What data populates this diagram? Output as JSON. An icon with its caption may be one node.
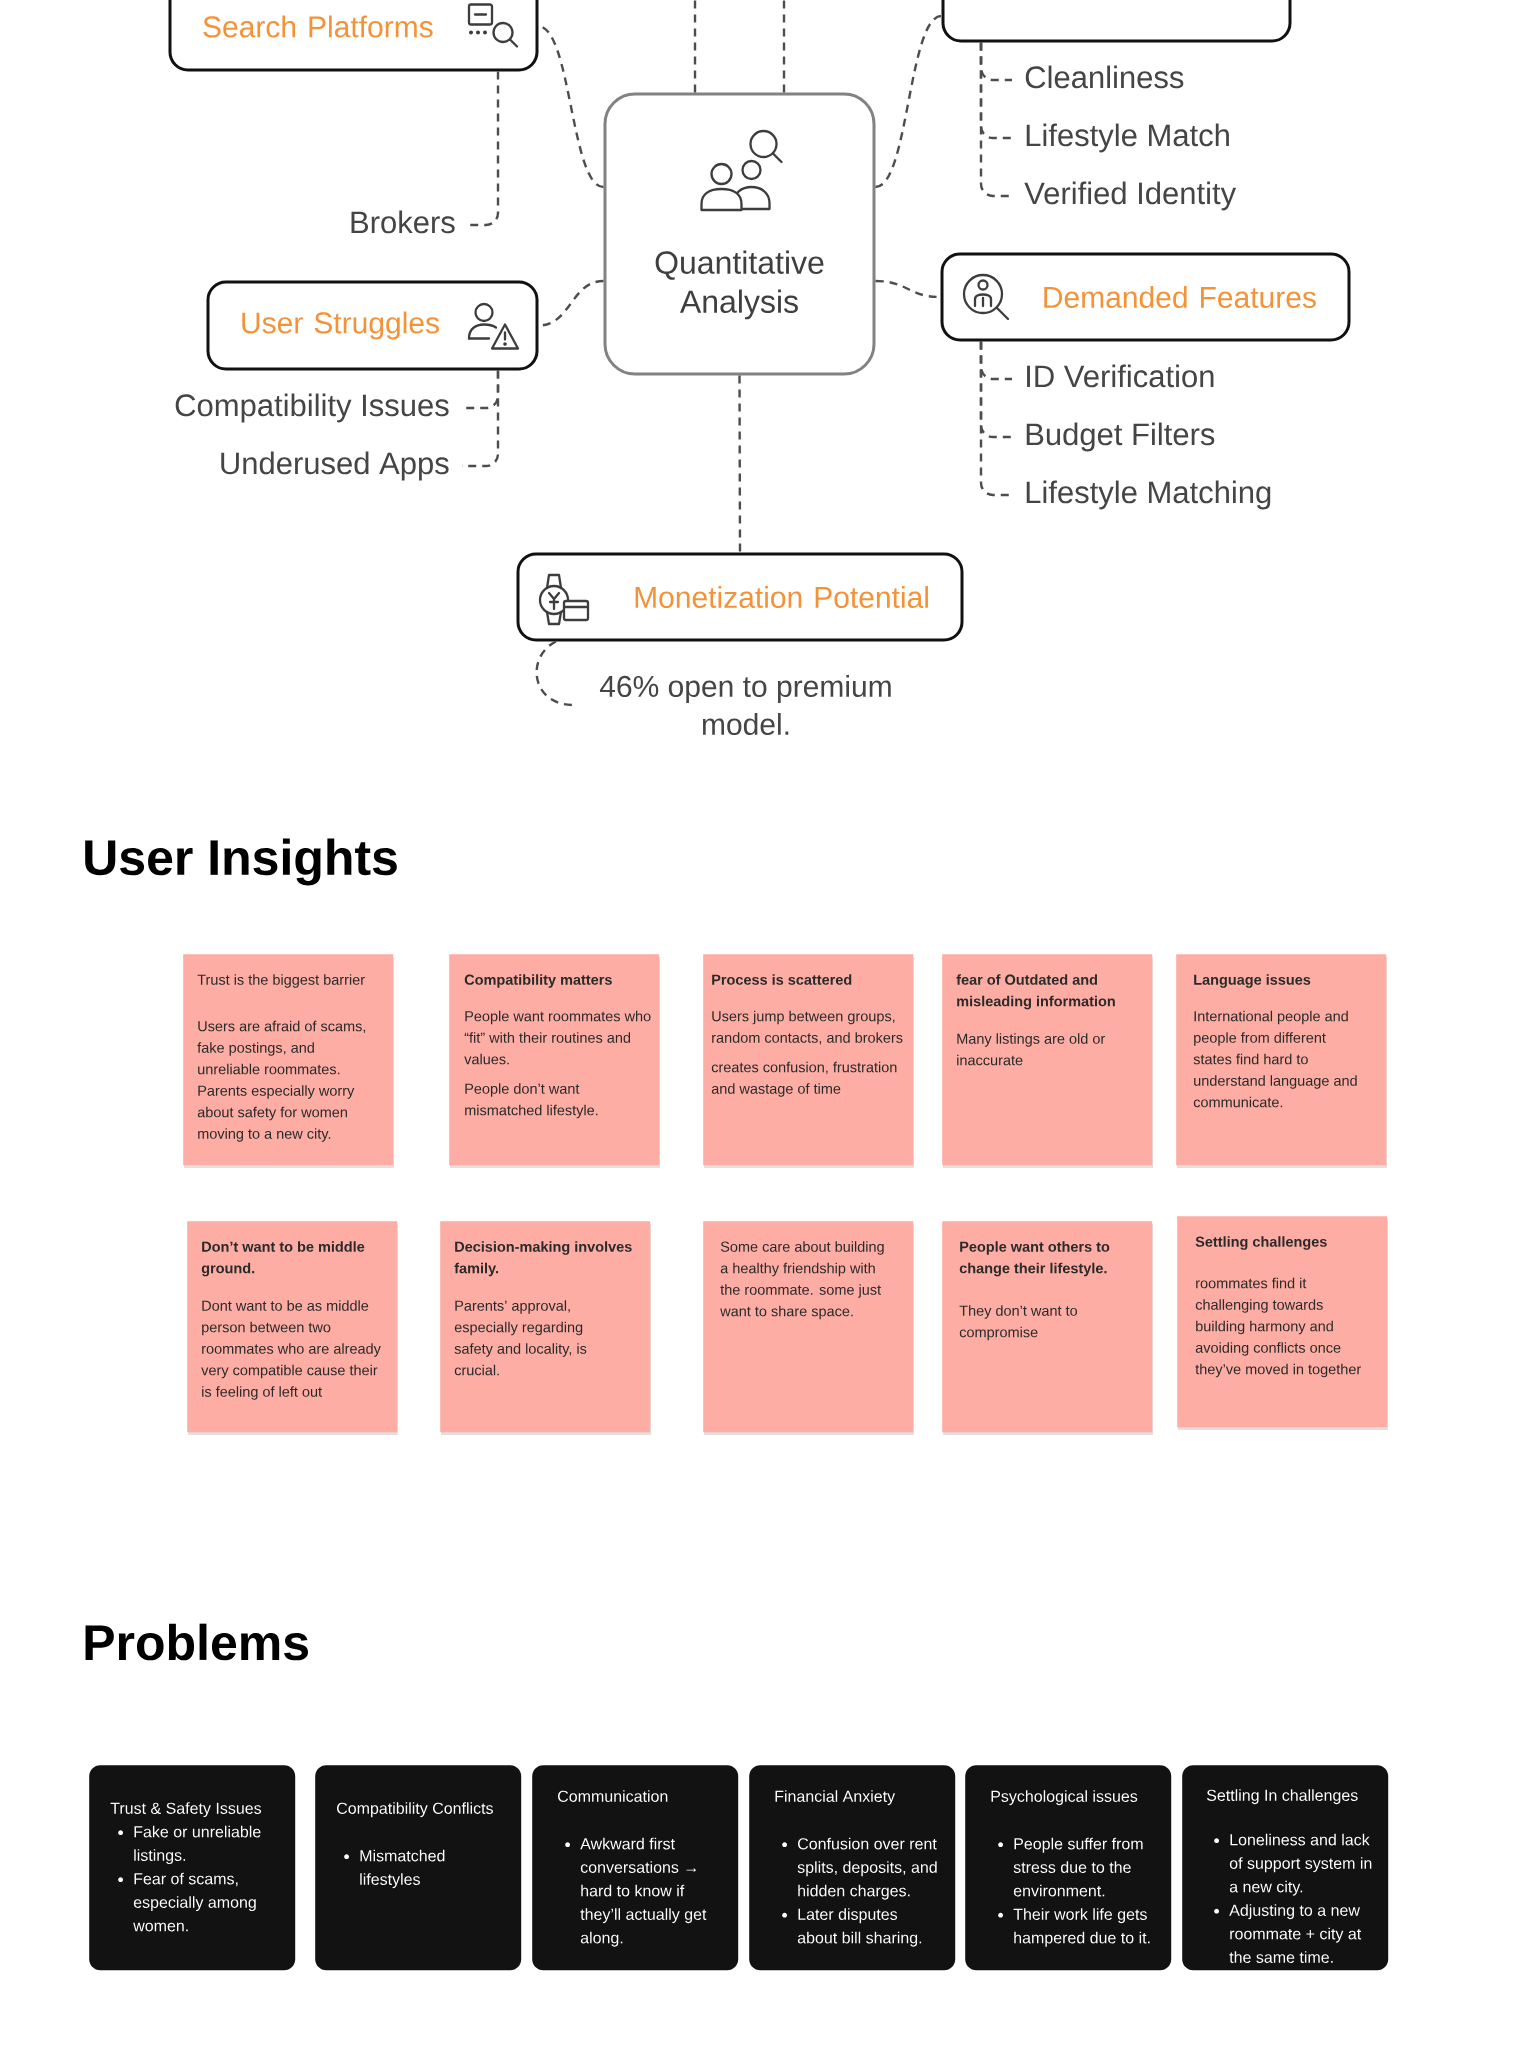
{
  "diagram": {
    "nodes": [
      {
        "text": [
          "Search Platforms"
        ]
      },
      {
        "text": [
          "Brokers"
        ]
      },
      {
        "text": [],
        "shape": "box"
      },
      {
        "text": [
          "Cleanliness"
        ]
      },
      {
        "text": [
          "Lifestyle Match"
        ]
      },
      {
        "text": [
          "Verified Identity"
        ]
      },
      {
        "text": [
          "Quantitative Analysis"
        ]
      },
      {
        "text": [
          "User Struggles"
        ]
      },
      {
        "text": [
          "Compatibility Issues"
        ]
      },
      {
        "text": [
          "Underused Apps"
        ]
      },
      {
        "text": [
          "Demanded Features"
        ]
      },
      {
        "text": [
          "ID Verification"
        ]
      },
      {
        "text": [
          "Budget Filters"
        ]
      },
      {
        "text": [
          "Lifestyle Matching"
        ]
      },
      {
        "text": [
          "Monetization Potential"
        ]
      },
      {
        "text": [
          "46% open to premium model."
        ]
      },
      {
        "text": [
          "Trust is the biggest barrier",
          "Users are afraid of scams, fake postings, and unreliable roommates. Parents especially worry about safety for women moving to a new city."
        ]
      },
      {
        "text": [
          "Compatibility matters",
          "People want roommates who “fit” with their routines and values.",
          "People don’t want mismatched lifestyle."
        ]
      },
      {
        "text": [
          "Process is scattered",
          "Users jump between groups, random contacts, and brokers",
          "creates confusion, frustration and wastage of time"
        ]
      },
      {
        "text": [
          "fear of Outdated and misleading information",
          "Many listings are old or inaccurate"
        ]
      },
      {
        "text": [
          "Language issues",
          "International people and people from different states find hard to understand language and communicate."
        ]
      },
      {
        "text": [
          "Don’t want to be middle ground.",
          "Dont want to be as middle person between two roommates who are already very compatible cause their is feeling of left out"
        ]
      },
      {
        "text": [
          "Decision-making involves family.",
          "Parents’ approval, especially regarding safety and locality, is crucial."
        ]
      },
      {
        "text": [
          "Some care about building a healthy friendship with the roommate. some just want to share space."
        ]
      },
      {
        "text": [
          "People want others to change their lifestyle.",
          "They don’t want to compromise"
        ]
      },
      {
        "text": [
          "Settling challenges",
          "roommates find it challenging towards building harmony and avoiding conflicts once they’ve moved in together"
        ]
      },
      {
        "text": [
          "Trust & Safety Issues",
          "Fake or unreliable listings.",
          "Fear of scams, especially among women."
        ]
      },
      {
        "text": [
          "Compatibility Conflicts",
          "Mismatched lifestyles"
        ]
      },
      {
        "text": [
          "Communication",
          "Awkward first conversations → hard to know if they’ll actually get along."
        ]
      },
      {
        "text": [
          "Financial Anxiety",
          "Confusion over rent splits, deposits, and hidden charges.",
          "Later disputes about bill sharing."
        ]
      },
      {
        "text": [
          "Psychological issues",
          "People suffer from stress due to the environment.",
          "Their work life gets hampered due to it."
        ]
      },
      {
        "text": [
          "Settling In challenges",
          "Loneliness and lack of support system in a new city.",
          "Adjusting to a new roommate + city at the same time."
        ]
      }
    ],
    "edges": [
      {
        "from": 6,
        "to": 0,
        "arrow": "none",
        "style": "dashed"
      },
      {
        "from": 0,
        "to": 1,
        "arrow": "none",
        "style": "dashed"
      },
      {
        "from": 6,
        "to": 2,
        "arrow": "none",
        "style": "dashed"
      },
      {
        "from": 2,
        "to": 3,
        "arrow": "none",
        "style": "dashed"
      },
      {
        "from": 2,
        "to": 4,
        "arrow": "none",
        "style": "dashed"
      },
      {
        "from": 2,
        "to": 5,
        "arrow": "none",
        "style": "dashed"
      },
      {
        "from": 6,
        "to": null,
        "arrow": "none",
        "style": "dashed"
      },
      {
        "from": 6,
        "to": null,
        "arrow": "none",
        "style": "dashed"
      },
      {
        "from": 6,
        "to": 7,
        "arrow": "none",
        "style": "dashed"
      },
      {
        "from": 7,
        "to": 8,
        "arrow": "none",
        "style": "dashed"
      },
      {
        "from": 7,
        "to": 9,
        "arrow": "none",
        "style": "dashed"
      },
      {
        "from": 6,
        "to": 10,
        "arrow": "none",
        "style": "dashed"
      },
      {
        "from": 10,
        "to": 11,
        "arrow": "none",
        "style": "dashed"
      },
      {
        "from": 10,
        "to": 12,
        "arrow": "none",
        "style": "dashed"
      },
      {
        "from": 10,
        "to": 13,
        "arrow": "none",
        "style": "dashed"
      },
      {
        "from": 6,
        "to": 14,
        "arrow": "none",
        "style": "dashed"
      },
      {
        "from": 14,
        "to": 15,
        "arrow": "none",
        "style": "dashed"
      }
    ],
    "labels": [
      "User Insights",
      "Problems"
    ]
  }
}
